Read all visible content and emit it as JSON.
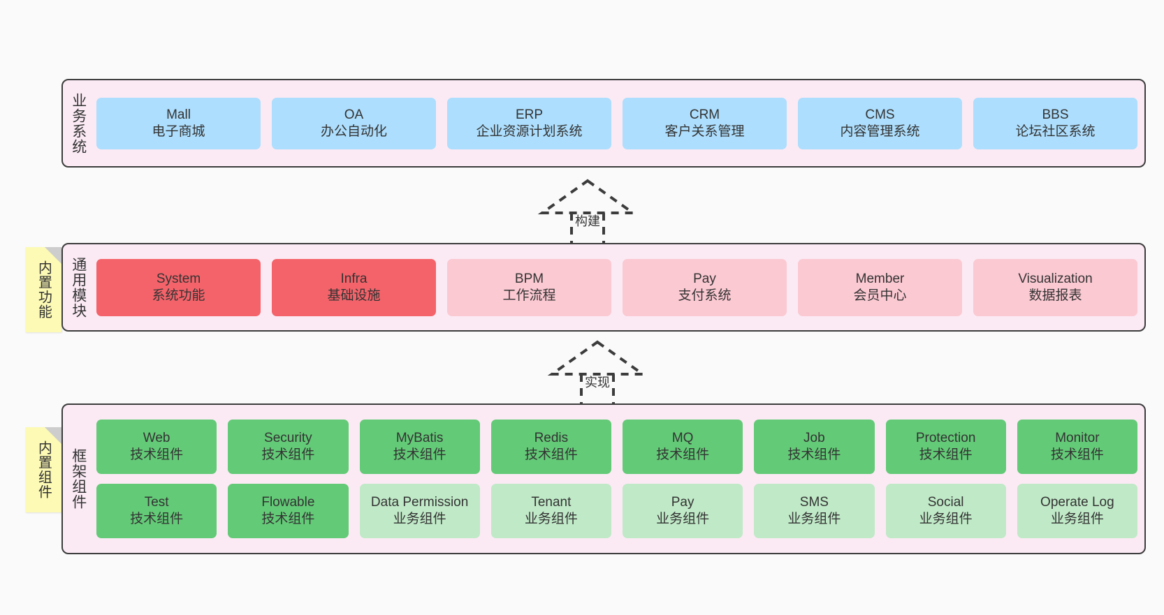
{
  "diagram": {
    "background_color": "#fafafa",
    "panel_color": "#fbeaf4",
    "panel_border_color": "#3c3c3c"
  },
  "layers": [
    {
      "id": "business",
      "title": "业务系统",
      "rows": [
        {
          "cards": [
            {
              "en": "Mall",
              "cn": "电子商城",
              "style": "blue",
              "color": "#addefd"
            },
            {
              "en": "OA",
              "cn": "办公自动化",
              "style": "blue",
              "color": "#addefd"
            },
            {
              "en": "ERP",
              "cn": "企业资源计划系统",
              "style": "blue",
              "color": "#addefd"
            },
            {
              "en": "CRM",
              "cn": "客户关系管理",
              "style": "blue",
              "color": "#addefd"
            },
            {
              "en": "CMS",
              "cn": "内容管理系统",
              "style": "blue",
              "color": "#addefd"
            },
            {
              "en": "BBS",
              "cn": "论坛社区系统",
              "style": "blue",
              "color": "#addefd"
            }
          ]
        }
      ]
    },
    {
      "id": "common",
      "title": "通用模块",
      "sticky": "内置功能",
      "rows": [
        {
          "cards": [
            {
              "en": "System",
              "cn": "系统功能",
              "style": "red",
              "color": "#f4636a"
            },
            {
              "en": "Infra",
              "cn": "基础设施",
              "style": "red",
              "color": "#f4636a"
            },
            {
              "en": "BPM",
              "cn": "工作流程",
              "style": "pink",
              "color": "#fbc9d2"
            },
            {
              "en": "Pay",
              "cn": "支付系统",
              "style": "pink",
              "color": "#fbc9d2"
            },
            {
              "en": "Member",
              "cn": "会员中心",
              "style": "pink",
              "color": "#fbc9d2"
            },
            {
              "en": "Visualization",
              "cn": "数据报表",
              "style": "pink",
              "color": "#fbc9d2"
            }
          ]
        }
      ]
    },
    {
      "id": "framework",
      "title": "框架组件",
      "sticky": "内置组件",
      "rows": [
        {
          "cards": [
            {
              "en": "Web",
              "cn": "技术组件",
              "style": "green",
              "color": "#63ca77"
            },
            {
              "en": "Security",
              "cn": "技术组件",
              "style": "green",
              "color": "#63ca77"
            },
            {
              "en": "MyBatis",
              "cn": "技术组件",
              "style": "green",
              "color": "#63ca77"
            },
            {
              "en": "Redis",
              "cn": "技术组件",
              "style": "green",
              "color": "#63ca77"
            },
            {
              "en": "MQ",
              "cn": "技术组件",
              "style": "green",
              "color": "#63ca77"
            },
            {
              "en": "Job",
              "cn": "技术组件",
              "style": "green",
              "color": "#63ca77"
            },
            {
              "en": "Protection",
              "cn": "技术组件",
              "style": "green",
              "color": "#63ca77"
            },
            {
              "en": "Monitor",
              "cn": "技术组件",
              "style": "green",
              "color": "#63ca77"
            }
          ]
        },
        {
          "cards": [
            {
              "en": "Test",
              "cn": "技术组件",
              "style": "green",
              "color": "#63ca77"
            },
            {
              "en": "Flowable",
              "cn": "技术组件",
              "style": "green",
              "color": "#63ca77"
            },
            {
              "en": "Data Permission",
              "cn": "业务组件",
              "style": "green-light",
              "color": "#c0e9c7"
            },
            {
              "en": "Tenant",
              "cn": "业务组件",
              "style": "green-light",
              "color": "#c0e9c7"
            },
            {
              "en": "Pay",
              "cn": "业务组件",
              "style": "green-light",
              "color": "#c0e9c7"
            },
            {
              "en": "SMS",
              "cn": "业务组件",
              "style": "green-light",
              "color": "#c0e9c7"
            },
            {
              "en": "Social",
              "cn": "业务组件",
              "style": "green-light",
              "color": "#c0e9c7"
            },
            {
              "en": "Operate Log",
              "cn": "业务组件",
              "style": "green-light",
              "color": "#c0e9c7"
            }
          ]
        }
      ]
    }
  ],
  "connectors": [
    {
      "id": "build",
      "label": "构建",
      "from": "common",
      "to": "business"
    },
    {
      "id": "realize",
      "label": "实现",
      "from": "framework",
      "to": "common"
    }
  ]
}
